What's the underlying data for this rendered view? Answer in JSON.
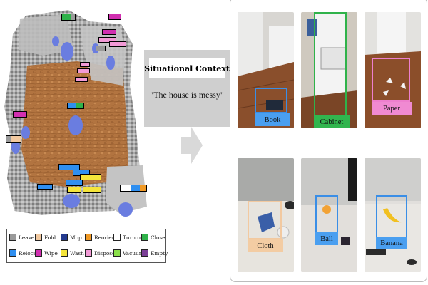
{
  "context": {
    "title": "Situational Context",
    "quote": "\"The house is messy\""
  },
  "legend": [
    {
      "label": "Leave",
      "color": "#9a9a9a"
    },
    {
      "label": "Fold",
      "color": "#f2c9a0"
    },
    {
      "label": "Mop",
      "color": "#243a8f"
    },
    {
      "label": "Reorient",
      "color": "#f19a26"
    },
    {
      "label": "Turn off",
      "color": "#ffffff"
    },
    {
      "label": "Close",
      "color": "#2fb24a"
    },
    {
      "label": "Relocate",
      "color": "#2f8ff0"
    },
    {
      "label": "Wipe",
      "color": "#d12fb0"
    },
    {
      "label": "Wash",
      "color": "#f5e53a"
    },
    {
      "label": "Dispose",
      "color": "#f29ad6"
    },
    {
      "label": "Vacuum",
      "color": "#8be04a"
    },
    {
      "label": "Empty",
      "color": "#7b3f96"
    }
  ],
  "detections": [
    {
      "label": "Book",
      "color": "#3a8ee6",
      "label_bg": "#4a9ff0"
    },
    {
      "label": "Cabinet",
      "color": "#2fb24a",
      "label_bg": "#31b54e"
    },
    {
      "label": "Paper",
      "color": "#ee7fce",
      "label_bg": "#f08ad2"
    },
    {
      "label": "Cloth",
      "color": "#f2c9a0",
      "label_bg": "#f3cca3"
    },
    {
      "label": "Ball",
      "color": "#3a8ee6",
      "label_bg": "#4a9ff0"
    },
    {
      "label": "Banana",
      "color": "#3a8ee6",
      "label_bg": "#4a9ff0"
    }
  ]
}
